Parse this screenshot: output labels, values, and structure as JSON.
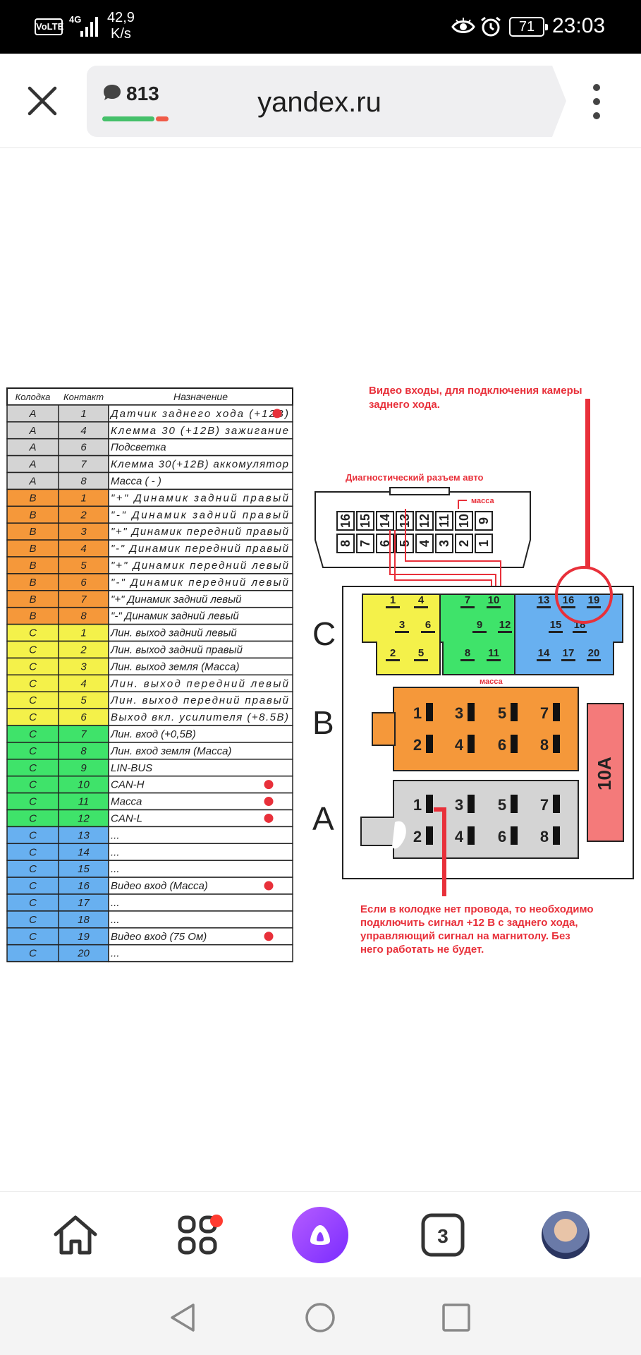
{
  "status_bar": {
    "network_badge": "VoLTE",
    "network_type": "4G",
    "speed_value": "42,9",
    "speed_unit": "K/s",
    "battery": "71",
    "time": "23:03"
  },
  "browser": {
    "comments_count": "813",
    "url": "yandex.ru"
  },
  "pin_table": {
    "headers": [
      "Колодка",
      "Контакт",
      "Назначение"
    ],
    "rows": [
      {
        "block": "A",
        "pin": "1",
        "desc": "Датчик заднего хода (+12В)",
        "color": "#d4d4d4",
        "dot": true
      },
      {
        "block": "A",
        "pin": "4",
        "desc": "Клемма 30 (+12В) зажигание",
        "color": "#d4d4d4",
        "dot": false
      },
      {
        "block": "A",
        "pin": "6",
        "desc": "Подсветка",
        "color": "#d4d4d4",
        "dot": false
      },
      {
        "block": "A",
        "pin": "7",
        "desc": "Клемма 30(+12В) аккомулятор",
        "color": "#d4d4d4",
        "dot": false
      },
      {
        "block": "A",
        "pin": "8",
        "desc": "Масса  ( - )",
        "color": "#d4d4d4",
        "dot": false
      },
      {
        "block": "B",
        "pin": "1",
        "desc": "\"+\" Динамик задний правый",
        "color": "#f5983a",
        "dot": false
      },
      {
        "block": "B",
        "pin": "2",
        "desc": "\"-\" Динамик задний правый",
        "color": "#f5983a",
        "dot": false
      },
      {
        "block": "B",
        "pin": "3",
        "desc": "\"+\" Динамик передний правый",
        "color": "#f5983a",
        "dot": false
      },
      {
        "block": "B",
        "pin": "4",
        "desc": "\"-\" Динамик передний правый",
        "color": "#f5983a",
        "dot": false
      },
      {
        "block": "B",
        "pin": "5",
        "desc": "\"+\" Динамик передний левый",
        "color": "#f5983a",
        "dot": false
      },
      {
        "block": "B",
        "pin": "6",
        "desc": "\"-\" Динамик передний левый",
        "color": "#f5983a",
        "dot": false
      },
      {
        "block": "B",
        "pin": "7",
        "desc": "\"+\" Динамик задний левый",
        "color": "#f5983a",
        "dot": false
      },
      {
        "block": "B",
        "pin": "8",
        "desc": "\"-\" Динамик задний левый",
        "color": "#f5983a",
        "dot": false
      },
      {
        "block": "C",
        "pin": "1",
        "desc": "Лин. выход задний левый",
        "color": "#f4f14a",
        "dot": false
      },
      {
        "block": "C",
        "pin": "2",
        "desc": "Лин. выход задний правый",
        "color": "#f4f14a",
        "dot": false
      },
      {
        "block": "C",
        "pin": "3",
        "desc": "Лин. выход земля (Масса)",
        "color": "#f4f14a",
        "dot": false
      },
      {
        "block": "C",
        "pin": "4",
        "desc": "Лин. выход передний левый",
        "color": "#f4f14a",
        "dot": false
      },
      {
        "block": "C",
        "pin": "5",
        "desc": "Лин. выход передний правый",
        "color": "#f4f14a",
        "dot": false
      },
      {
        "block": "C",
        "pin": "6",
        "desc": "Выход вкл. усилителя (+8.5В)",
        "color": "#f4f14a",
        "dot": false
      },
      {
        "block": "C",
        "pin": "7",
        "desc": "Лин. вход (+0,5В)",
        "color": "#3fe36a",
        "dot": false
      },
      {
        "block": "C",
        "pin": "8",
        "desc": "Лин. вход земля (Масса)",
        "color": "#3fe36a",
        "dot": false
      },
      {
        "block": "C",
        "pin": "9",
        "desc": "LIN-BUS",
        "color": "#3fe36a",
        "dot": false
      },
      {
        "block": "C",
        "pin": "10",
        "desc": "CAN-H",
        "color": "#3fe36a",
        "dot": true
      },
      {
        "block": "C",
        "pin": "11",
        "desc": "Масса",
        "color": "#3fe36a",
        "dot": true
      },
      {
        "block": "C",
        "pin": "12",
        "desc": "CAN-L",
        "color": "#3fe36a",
        "dot": true
      },
      {
        "block": "C",
        "pin": "13",
        "desc": "...",
        "color": "#68b0f0",
        "dot": false
      },
      {
        "block": "C",
        "pin": "14",
        "desc": "...",
        "color": "#68b0f0",
        "dot": false
      },
      {
        "block": "C",
        "pin": "15",
        "desc": "...",
        "color": "#68b0f0",
        "dot": false
      },
      {
        "block": "C",
        "pin": "16",
        "desc": "Видео вход (Масса)",
        "color": "#68b0f0",
        "dot": true
      },
      {
        "block": "C",
        "pin": "17",
        "desc": "...",
        "color": "#68b0f0",
        "dot": false
      },
      {
        "block": "C",
        "pin": "18",
        "desc": "...",
        "color": "#68b0f0",
        "dot": false
      },
      {
        "block": "C",
        "pin": "19",
        "desc": "Видео вход (75 Ом)",
        "color": "#68b0f0",
        "dot": true
      },
      {
        "block": "C",
        "pin": "20",
        "desc": "...",
        "color": "#68b0f0",
        "dot": false
      }
    ]
  },
  "diagram": {
    "video_note_line1": "Видео входы, для подключения камеры",
    "video_note_line2": "заднего хода.",
    "diag_title": "Диагностический разъем авто",
    "massa_top": "масса",
    "massa_bottom": "масса",
    "obd_top_pins": [
      "16",
      "15",
      "14",
      "13",
      "12",
      "11",
      "10",
      "9"
    ],
    "obd_bottom_pins": [
      "8",
      "7",
      "6",
      "5",
      "4",
      "3",
      "2",
      "1"
    ],
    "label_c": "C",
    "label_b": "B",
    "label_a": "A",
    "fuse_label": "10A",
    "c_yellow_pins": [
      "1",
      "4",
      "3",
      "6",
      "2",
      "5"
    ],
    "c_green_pins": [
      "7",
      "10",
      "9",
      "12",
      "8",
      "11"
    ],
    "c_blue_pins": [
      "13",
      "16",
      "19",
      "15",
      "18",
      "14",
      "17",
      "20"
    ],
    "b_pins": [
      "1",
      "3",
      "5",
      "7",
      "2",
      "4",
      "6",
      "8"
    ],
    "a_pins": [
      "1",
      "3",
      "5",
      "7",
      "2",
      "4",
      "6",
      "8"
    ],
    "bottom_note_line1": "Если в колодке нет провода, то необходимо",
    "bottom_note_line2": "подключить сигнал +12 В с заднего хода,",
    "bottom_note_line3": "управляющий сигнал на магнитолу. Без",
    "bottom_note_line4": "него работать не будет."
  },
  "bottom_nav": {
    "tabs_count": "3"
  },
  "colors": {
    "accent_red": "#e8303a",
    "alice_purple": "#8a3cff"
  }
}
